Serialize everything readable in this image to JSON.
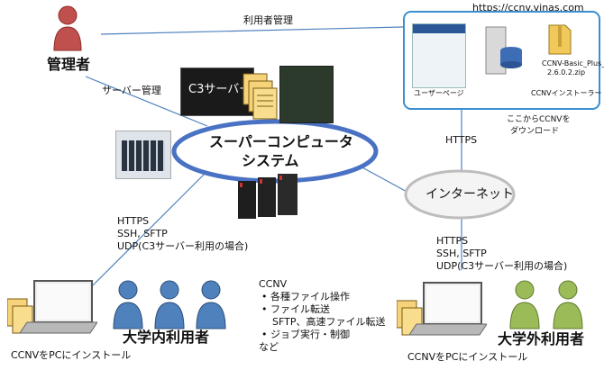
{
  "url": "https://ccnv.vinas.com",
  "admin": {
    "label": "管理者",
    "user_mgmt": "利用者管理",
    "server_mgmt": "サーバー管理"
  },
  "super": {
    "line1": "スーパーコンピュータ",
    "line2": "システム",
    "c3": "C3サーバー"
  },
  "portal": {
    "user_page": "ユーザーページ",
    "installer": "CCNVインストーラー",
    "zip_name_1": "CCNV-Basic_Plus_",
    "zip_name_2": "2.6.0.2.zip",
    "download_1": "ここからCCNVを",
    "download_2": "ダウンロード",
    "https": "HTTPS"
  },
  "internet": {
    "label": "インターネット"
  },
  "internal": {
    "proto1": "HTTPS",
    "proto2": "SSH, SFTP",
    "proto3": "UDP(C3サーバー利用の場合)",
    "users_label": "大学内利用者",
    "install": "CCNVをPCにインストール"
  },
  "external": {
    "proto1": "HTTPS",
    "proto2": "SSH, SFTP",
    "proto3": "UDP(C3サーバー利用の場合)",
    "users_label": "大学外利用者",
    "install": "CCNVをPCにインストール"
  },
  "features": {
    "title": "CCNV",
    "item1": "各種ファイル操作",
    "item2": "ファイル転送",
    "item2_sub": "SFTP、高速ファイル転送",
    "item3": "ジョブ実行・制御",
    "tail": "など"
  },
  "colors": {
    "admin": "#c0504d",
    "internal_user": "#4f81bd",
    "external_user": "#9bbb59",
    "link": "#4f81bd",
    "ring": "#4a72c4"
  }
}
